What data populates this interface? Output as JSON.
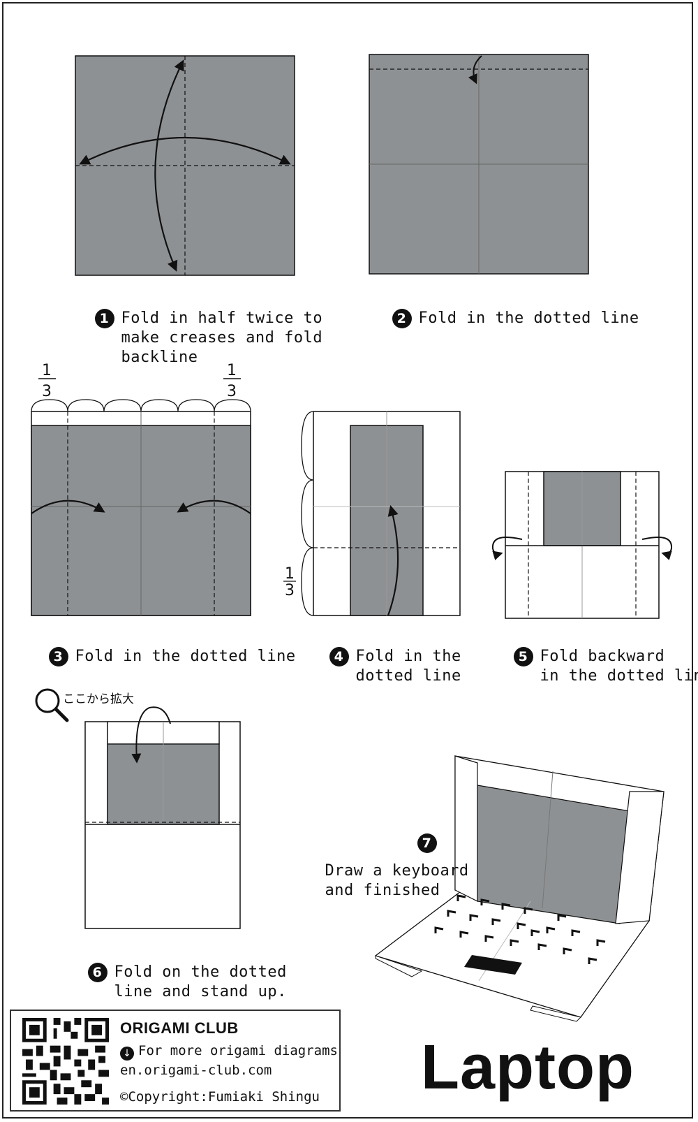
{
  "steps": [
    {
      "n": "1",
      "text": "Fold in half twice to\nmake creases and fold\nbackline"
    },
    {
      "n": "2",
      "text": "Fold in the dotted line"
    },
    {
      "n": "3",
      "text": "Fold in the dotted line"
    },
    {
      "n": "4",
      "text": "Fold in the\ndotted line"
    },
    {
      "n": "5",
      "text": "Fold backward\n in the dotted line"
    },
    {
      "n": "6",
      "text": "Fold on the dotted\n line and stand up."
    },
    {
      "n": "7",
      "text": "Draw a keyboard\nand finished"
    }
  ],
  "fractions": {
    "num": "1",
    "den": "3"
  },
  "zoom_label": "ここから拡大",
  "footer": {
    "club": "ORIGAMI CLUB",
    "more": "For more origami diagrams",
    "url": "en.origami-club.com",
    "copyright": "©Copyright:Fumiaki Shingu",
    "download_icon": "down-arrow-circle-icon"
  },
  "title": "Laptop",
  "colors": {
    "paper_gray": "#8e9193",
    "line": "#111111",
    "white": "#ffffff"
  }
}
